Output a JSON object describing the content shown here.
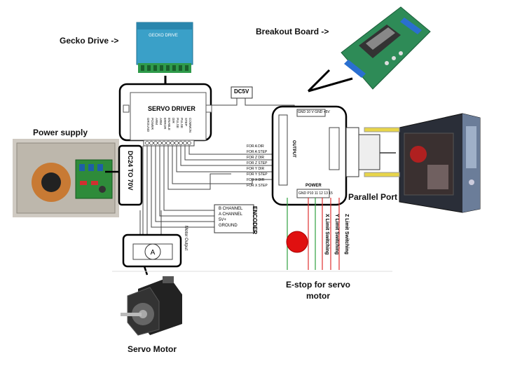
{
  "labels": {
    "gecko_drive": "Gecko Drive ->",
    "breakout_board": "Breakout Board ->",
    "power_supply": "Power supply",
    "parallel_port": "Parallel Port",
    "servo_motor": "Servo Motor",
    "estop": "E-stop for servo\nmotor",
    "servo_driver": "SERVO DRIVER",
    "dc5v": "DC5V",
    "dc24": "DC24 TO 70V",
    "encoder": "ENCODER",
    "power": "POWER",
    "output": "OUTPUT",
    "gecko_brand": "GECKO DRIVE"
  },
  "driver_pins": [
    "GROUND",
    "POWER",
    "ARM",
    "ARM",
    "ERROR",
    "ENABLE",
    "DIR",
    "PULSE",
    "PULSE",
    "STEP",
    "COMMON"
  ],
  "encoder_pins": [
    "B CHANNEL",
    "A CHANNEL",
    "5V+",
    "GROUND"
  ],
  "board_outputs": [
    "FOR A DIR",
    "FOR A STEP",
    "FOR Z DIR",
    "FOR Z STEP",
    "FOR Y DIR",
    "FOR Y STEP",
    "FOR X DIR",
    "FOR X STEP"
  ],
  "board_top_pins": "GND 10 V GND +5V",
  "board_bottom_pins": "GND P10 11 12 13 15",
  "switches": [
    "X Limit Switching",
    "Y Limit Switching",
    "Z Limit Switching"
  ],
  "motor_wire_label": "Motor Output",
  "colors": {
    "green_board": "#2e8b57",
    "blue_drive": "#3aa0c8",
    "estop_red": "#e01010",
    "wire_red": "#e03030",
    "wire_green": "#30a040",
    "ps_frame": "#d8d0c0"
  }
}
